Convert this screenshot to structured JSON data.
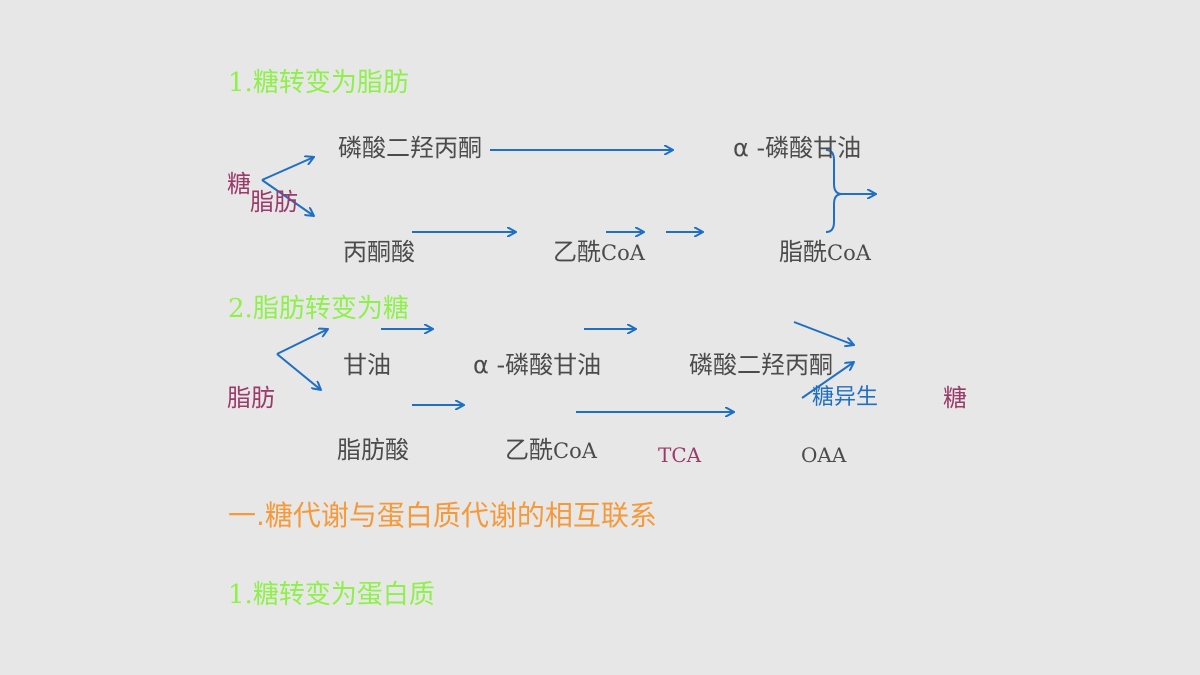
{
  "section1": {
    "title_num": "1.",
    "title": "糖转变为脂肪",
    "sugar": "糖",
    "fat": "脂肪",
    "dhap": "磷酸二羟丙酮",
    "glycerol_p": "α -磷酸甘油",
    "pyruvate": "丙酮酸",
    "acetyl_prefix": "乙酰",
    "coa": "CoA",
    "fatty_acyl_prefix": "脂酰"
  },
  "section2": {
    "title_num": "2.",
    "title": "脂肪转变为糖",
    "fat": "脂肪",
    "glycerol": "甘油",
    "glycerol_p": "α -磷酸甘油",
    "dhap": "磷酸二羟丙酮",
    "gluconeogenesis": "糖异生",
    "sugar": "糖",
    "fatty_acid": "脂肪酸",
    "acetyl_prefix": "乙酰",
    "coa": "CoA",
    "tca": "TCA",
    "oaa": "OAA"
  },
  "section3": {
    "title_num": "一.",
    "title": "糖代谢与蛋白质代谢的相互联系"
  },
  "section4": {
    "title_num": "1.",
    "title": "糖转变为蛋白质"
  },
  "colors": {
    "background": "#e7e7e7",
    "heading_green": "#8ff04c",
    "heading_orange": "#f59a3a",
    "text_dark": "#4b4b4b",
    "text_purple": "#9a3b6a",
    "arrow_blue": "#1f6fc2"
  }
}
